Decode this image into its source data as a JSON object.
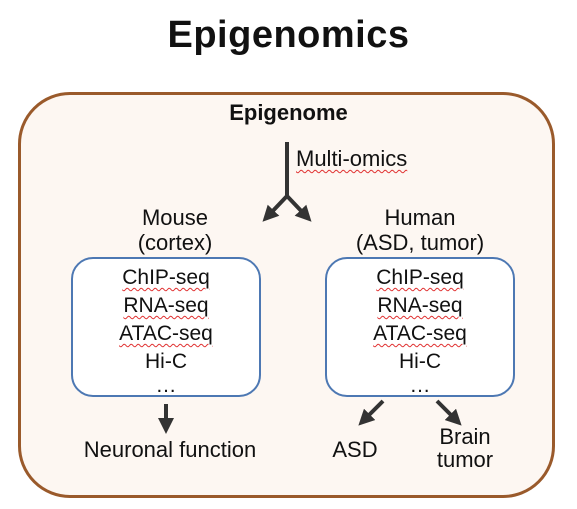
{
  "title": "Epigenomics",
  "root": {
    "label": "Epigenome",
    "edge_label": "Multi-omics"
  },
  "branches": [
    {
      "id": "mouse",
      "label_line1": "Mouse",
      "label_line2": "(cortex)",
      "methods": [
        "ChIP-seq",
        "RNA-seq",
        "ATAC-seq",
        "Hi-C",
        "…"
      ],
      "outcomes": [
        "Neuronal function"
      ]
    },
    {
      "id": "human",
      "label_line1": "Human",
      "label_line2": "(ASD, tumor)",
      "methods": [
        "ChIP-seq",
        "RNA-seq",
        "ATAC-seq",
        "Hi-C",
        "…"
      ],
      "outcomes": [
        "ASD",
        "Brain tumor"
      ]
    }
  ],
  "colors": {
    "outer_border": "#9a5a2b",
    "outer_fill": "#fdf7f2",
    "inner_border": "#4d78b3",
    "arrow": "#333333"
  },
  "arrow_style": "thick-dark-arrow"
}
